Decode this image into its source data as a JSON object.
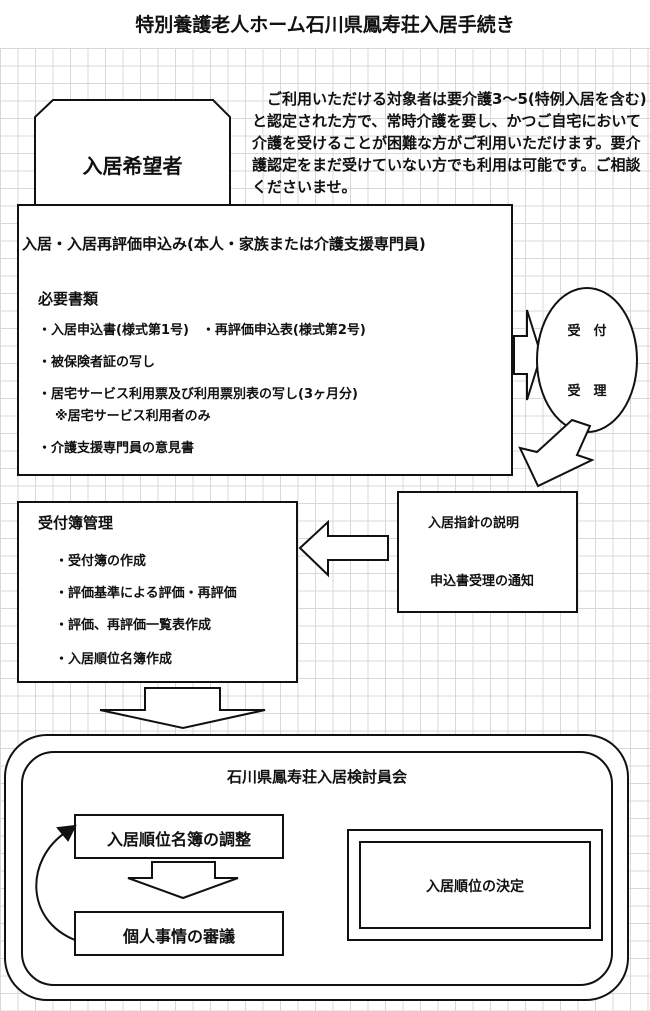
{
  "title": "特別養護老人ホーム石川県鳳寿荘入居手続き",
  "description": "ご利用いただける対象者は要介護3～5(特例入居を含む)と認定された方で、常時介護を要し、かつご自宅において介護を受けることが困難な方がご利用いただけます。要介護認定をまだ受けていない方でも利用は可能です。ご相談くださいませ。",
  "applicant": "入居希望者",
  "application": {
    "heading": "入居・入居再評価申込み(本人・家族または介護支援専門員)",
    "docs_heading": "必要書類",
    "docs": [
      "・入居申込書(様式第1号)　・再評価申込表(様式第2号)",
      "・被保険者証の写し",
      "・居宅サービス利用票及び利用票別表の写し(3ヶ月分)",
      "※居宅サービス利用者のみ",
      "・介護支援専門員の意見書"
    ]
  },
  "reception": {
    "line1": "受　付",
    "line2": "受　理"
  },
  "notice": {
    "line1": "入居指針の説明",
    "line2": "申込書受理の通知"
  },
  "ledger": {
    "heading": "受付簿管理",
    "items": [
      "・受付簿の作成",
      "・評価基準による評価・再評価",
      "・評価、再評価一覧表作成",
      "・入居順位名簿作成"
    ]
  },
  "committee": {
    "heading": "石川県鳳寿荘入居検討員会",
    "adjust": "入居順位名簿の調整",
    "review": "個人事情の審議",
    "decision": "入居順位の決定"
  }
}
